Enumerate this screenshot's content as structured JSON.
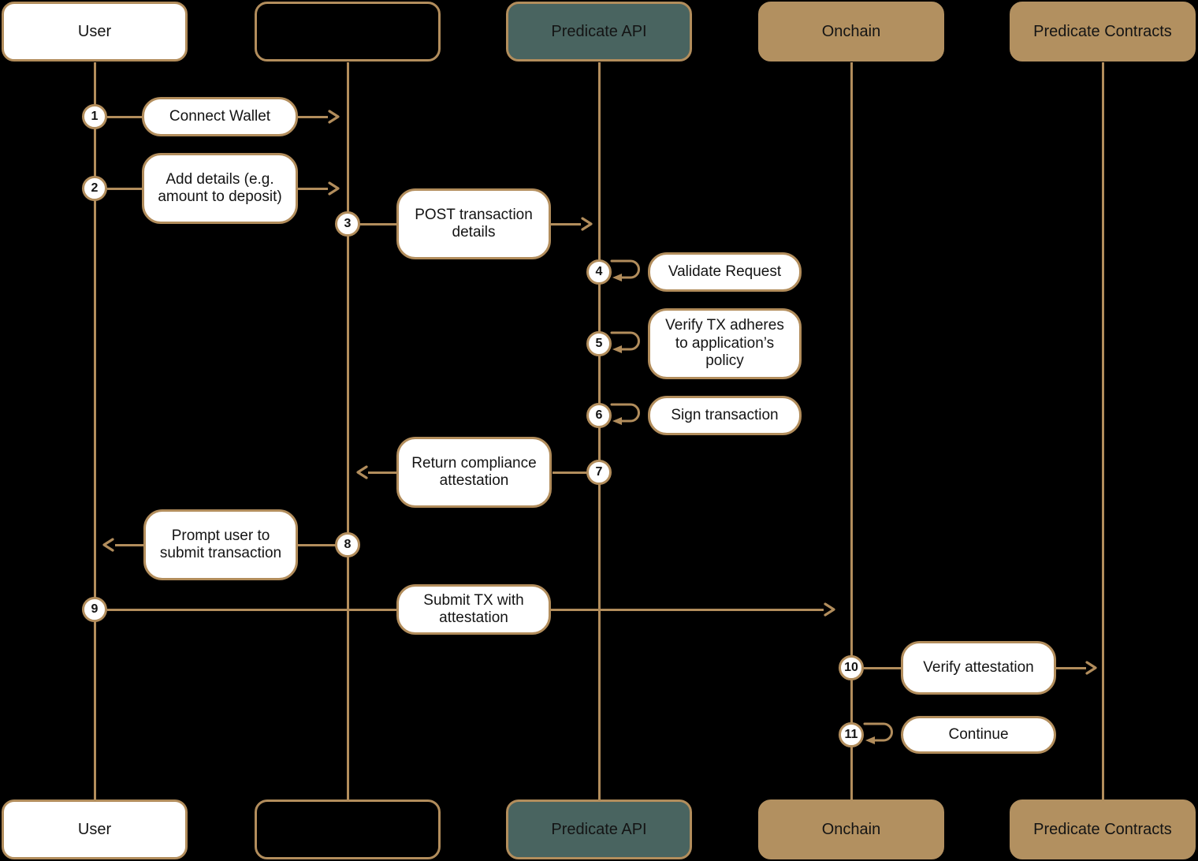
{
  "diagram": {
    "type": "sequence-diagram",
    "colors": {
      "background": "#000000",
      "line_tan": "#b28d5c",
      "box_white": "#ffffff",
      "box_teal": "#496460",
      "box_tan": "#b29060",
      "text": "#141414"
    },
    "actors": [
      {
        "id": "user",
        "label": "User",
        "style": "white"
      },
      {
        "id": "app",
        "label": "",
        "style": "transparent"
      },
      {
        "id": "predicate-api",
        "label": "Predicate API",
        "style": "teal"
      },
      {
        "id": "onchain",
        "label": "Onchain",
        "style": "tan"
      },
      {
        "id": "predicate-contracts",
        "label": "Predicate Contracts",
        "style": "tan"
      }
    ],
    "steps": [
      {
        "num": "1",
        "label": "Connect Wallet",
        "from": "user",
        "to": "app",
        "kind": "arrow-right"
      },
      {
        "num": "2",
        "label": "Add details (e.g. amount to deposit)",
        "from": "user",
        "to": "app",
        "kind": "arrow-right"
      },
      {
        "num": "3",
        "label": "POST transaction details",
        "from": "app",
        "to": "predicate-api",
        "kind": "arrow-right"
      },
      {
        "num": "4",
        "label": "Validate Request",
        "on": "predicate-api",
        "kind": "self-loop"
      },
      {
        "num": "5",
        "label": "Verify TX adheres to application’s policy",
        "on": "predicate-api",
        "kind": "self-loop"
      },
      {
        "num": "6",
        "label": "Sign transaction",
        "on": "predicate-api",
        "kind": "self-loop"
      },
      {
        "num": "7",
        "label": "Return compliance attestation",
        "from": "predicate-api",
        "to": "app",
        "kind": "arrow-left"
      },
      {
        "num": "8",
        "label": "Prompt user to submit transaction",
        "from": "app",
        "to": "user",
        "kind": "arrow-left"
      },
      {
        "num": "9",
        "label": "Submit TX with attestation",
        "from": "user",
        "to": "onchain",
        "kind": "arrow-right"
      },
      {
        "num": "10",
        "label": "Verify attestation",
        "from": "onchain",
        "to": "predicate-contracts",
        "kind": "arrow-right"
      },
      {
        "num": "11",
        "label": "Continue",
        "on": "onchain",
        "kind": "self-loop"
      }
    ]
  }
}
